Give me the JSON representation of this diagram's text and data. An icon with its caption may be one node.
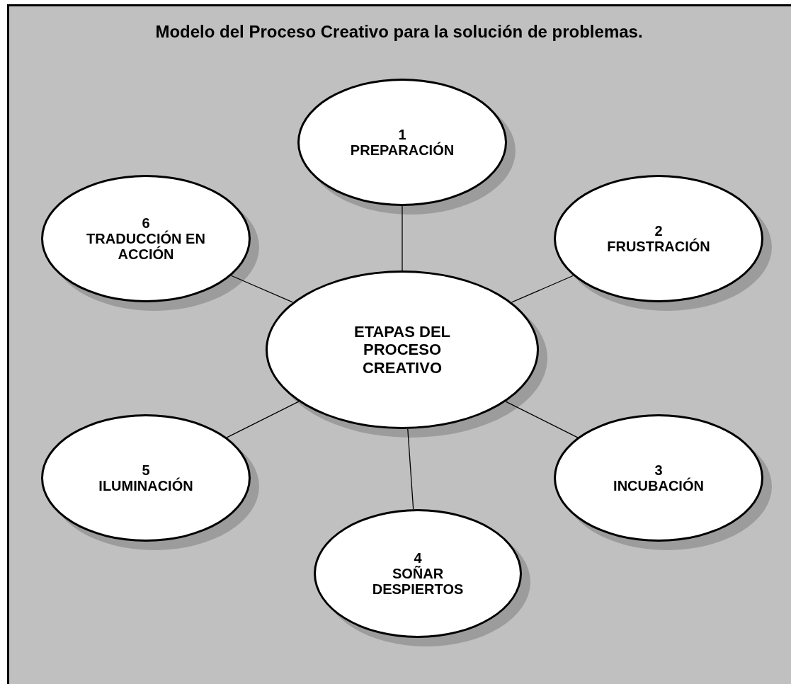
{
  "diagram": {
    "title": "Modelo del Proceso Creativo para la solución de problemas.",
    "nodes": [
      {
        "text": [
          "1",
          "PREPARACIÓN"
        ]
      },
      {
        "text": [
          "6",
          "TRADUCCIÓN EN ACCIÓN"
        ]
      },
      {
        "text": [
          "2",
          "FRUSTRACIÓN"
        ]
      },
      {
        "text": [
          "ETAPAS DEL PROCESO CREATIVO"
        ]
      },
      {
        "text": [
          "5",
          "ILUMINACIÓN"
        ]
      },
      {
        "text": [
          "3",
          "INCUBACIÓN"
        ]
      },
      {
        "text": [
          "4",
          "SOÑAR DESPIERTOS"
        ]
      }
    ],
    "edges": [
      {
        "from": 3,
        "to": 0,
        "arrow": "none"
      },
      {
        "from": 3,
        "to": 2,
        "arrow": "none"
      },
      {
        "from": 3,
        "to": 5,
        "arrow": "none"
      },
      {
        "from": 3,
        "to": 6,
        "arrow": "none"
      },
      {
        "from": 3,
        "to": 4,
        "arrow": "none"
      },
      {
        "from": 3,
        "to": 1,
        "arrow": "none"
      }
    ]
  }
}
